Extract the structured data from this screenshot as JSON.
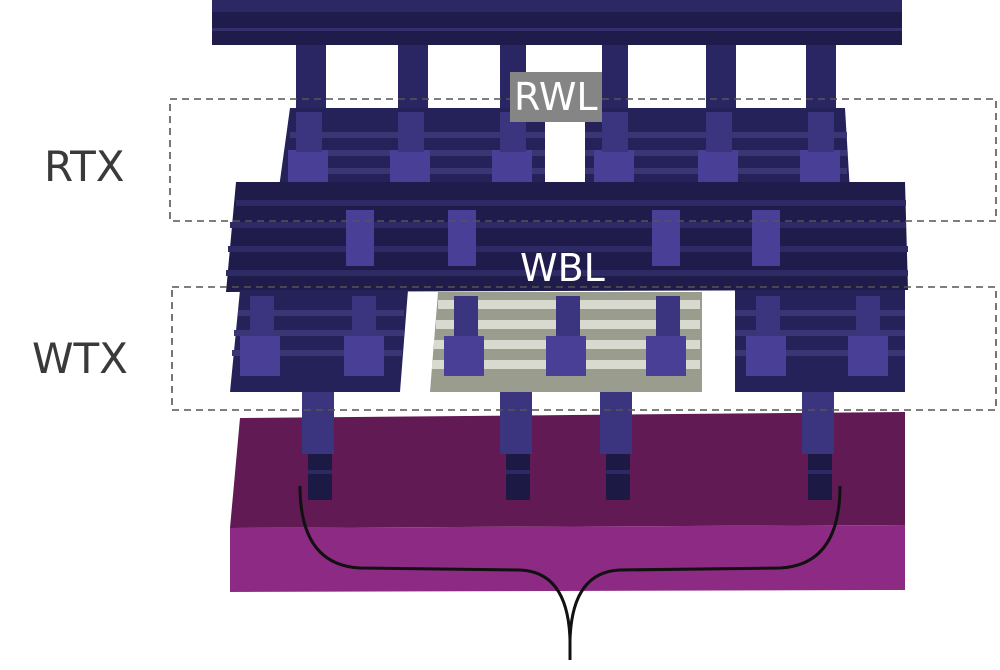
{
  "labels": {
    "rtx": "RTX",
    "wtx": "WTX",
    "rwl": "RWL",
    "wbl": "WBL"
  },
  "colors": {
    "dark_navy": "#1f1c4c",
    "navy_mid": "#292660",
    "block_blue": "#4a3f96",
    "pillar_blue": "#3b357f",
    "substrate_top": "#621a54",
    "substrate_front": "#8d2a84",
    "gray_layer": "#9a9c8e",
    "gray_stripe": "#d8d9cf",
    "dashed_box": "#555555",
    "brace": "#111111"
  },
  "icons": {
    "brace": "curly-brace-icon"
  }
}
